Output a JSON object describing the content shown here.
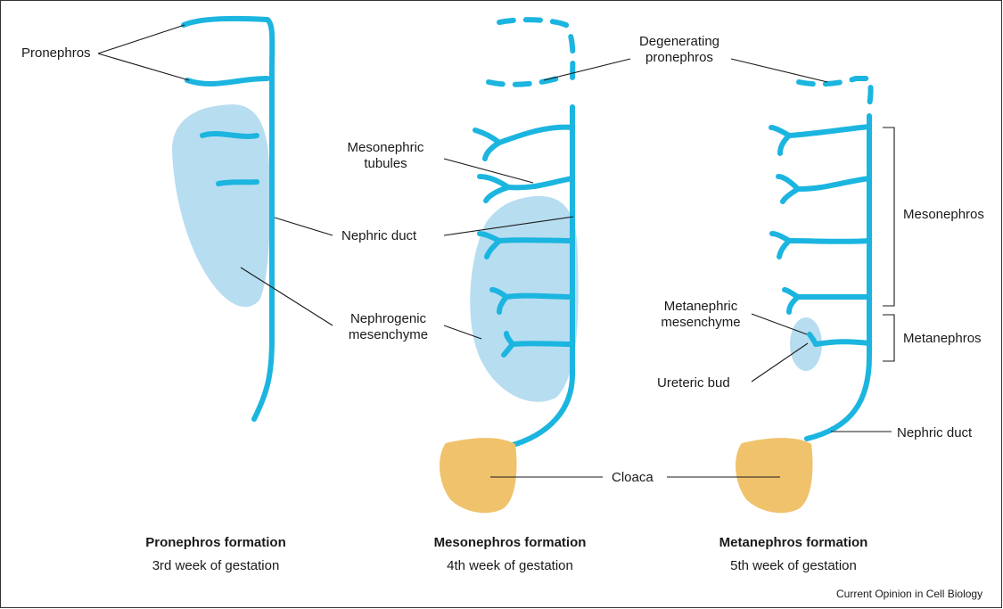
{
  "labels": {
    "pronephros": "Pronephros",
    "degenerating_pronephros": [
      "Degenerating",
      "pronephros"
    ],
    "mesonephric_tubules": [
      "Mesonephric",
      "tubules"
    ],
    "nephric_duct": "Nephric duct",
    "nephrogenic_mesenchyme": [
      "Nephrogenic",
      "mesenchyme"
    ],
    "mesonephros": "Mesonephros",
    "metanephric_mesenchyme": [
      "Metanephric",
      "mesenchyme"
    ],
    "metanephros": "Metanephros",
    "ureteric_bud": "Ureteric bud",
    "nephric_duct_2": "Nephric duct",
    "cloaca": "Cloaca"
  },
  "panels": [
    {
      "title": "Pronephros formation",
      "subtitle": "3rd week of gestation"
    },
    {
      "title": "Mesonephros formation",
      "subtitle": "4th week of gestation"
    },
    {
      "title": "Metanephros formation",
      "subtitle": "5th week of gestation"
    }
  ],
  "source": "Current Opinion in Cell Biology",
  "colors": {
    "duct": "#1bb5e0",
    "mesenchyme": "#b7ddf0",
    "cloaca": "#f0c26b",
    "text": "#1a1a1a"
  }
}
